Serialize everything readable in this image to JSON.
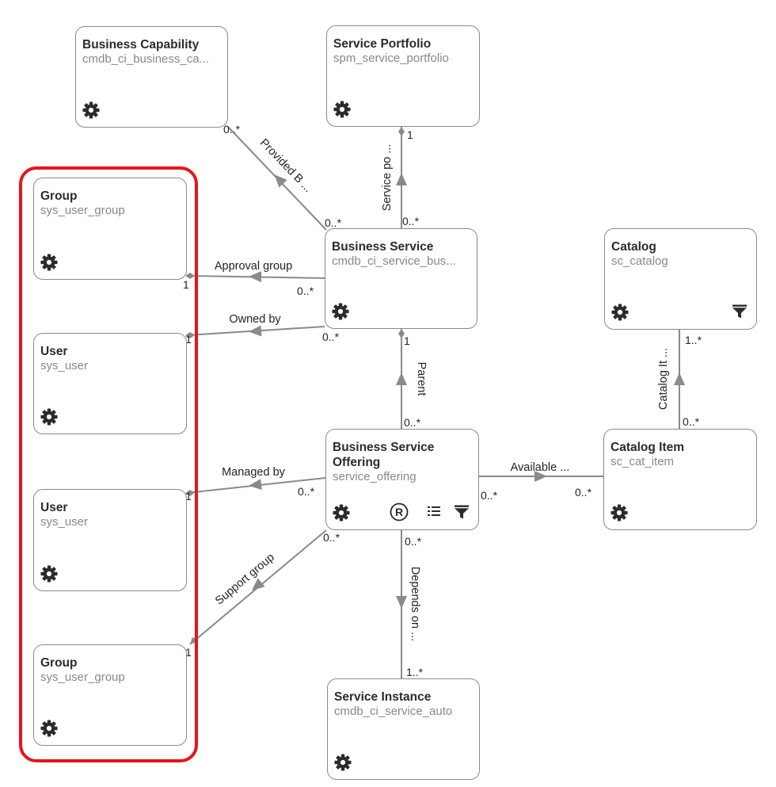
{
  "nodes": [
    {
      "id": "business-capability",
      "title": "Business Capability",
      "table": "cmdb_ci_business_ca...",
      "icons": [
        "gear"
      ]
    },
    {
      "id": "service-portfolio",
      "title": "Service Portfolio",
      "table": "spm_service_portfolio",
      "icons": [
        "gear"
      ]
    },
    {
      "id": "group-1",
      "title": "Group",
      "table": "sys_user_group",
      "icons": [
        "gear"
      ]
    },
    {
      "id": "business-service",
      "title": "Business Service",
      "table": "cmdb_ci_service_bus...",
      "icons": [
        "gear"
      ]
    },
    {
      "id": "catalog",
      "title": "Catalog",
      "table": "sc_catalog",
      "icons": [
        "gear",
        "filter-icon"
      ]
    },
    {
      "id": "user-1",
      "title": "User",
      "table": "sys_user",
      "icons": [
        "gear"
      ]
    },
    {
      "id": "business-service-offering",
      "title": "Business Service\nOffering",
      "table": "service_offering",
      "icons": [
        "gear",
        "registered-icon",
        "list-icon",
        "filter-icon"
      ]
    },
    {
      "id": "catalog-item",
      "title": "Catalog Item",
      "table": "sc_cat_item",
      "icons": [
        "gear"
      ]
    },
    {
      "id": "user-2",
      "title": "User",
      "table": "sys_user",
      "icons": [
        "gear"
      ]
    },
    {
      "id": "group-2",
      "title": "Group",
      "table": "sys_user_group",
      "icons": [
        "gear"
      ]
    },
    {
      "id": "service-instance",
      "title": "Service Instance",
      "table": "cmdb_ci_service_auto",
      "icons": [
        "gear"
      ]
    }
  ],
  "edges": [
    {
      "id": "provided-by",
      "label": "Provided B ...",
      "from": "business-service",
      "to": "business-capability",
      "from_mult": "0..*",
      "to_mult": "0..*"
    },
    {
      "id": "service-portfolio-rel",
      "label": "Service po ...",
      "from": "business-service",
      "to": "service-portfolio",
      "from_mult": "0..*",
      "to_mult": "1"
    },
    {
      "id": "approval-group",
      "label": "Approval group",
      "from": "business-service",
      "to": "group-1",
      "from_mult": "0..*",
      "to_mult": "1"
    },
    {
      "id": "owned-by",
      "label": "Owned by",
      "from": "business-service",
      "to": "user-1",
      "from_mult": "0..*",
      "to_mult": "1"
    },
    {
      "id": "parent",
      "label": "Parent",
      "from": "business-service-offering",
      "to": "business-service",
      "from_mult": "0..*",
      "to_mult": "1"
    },
    {
      "id": "catalog-it",
      "label": "Catalog It ...",
      "from": "catalog-item",
      "to": "catalog",
      "from_mult": "0..*",
      "to_mult": "1..*"
    },
    {
      "id": "managed-by",
      "label": "Managed by",
      "from": "business-service-offering",
      "to": "user-2",
      "from_mult": "0..*",
      "to_mult": "1"
    },
    {
      "id": "available",
      "label": "Available ...",
      "from": "business-service-offering",
      "to": "catalog-item",
      "from_mult": "0..*",
      "to_mult": "0..*"
    },
    {
      "id": "support-group",
      "label": "Support group",
      "from": "business-service-offering",
      "to": "group-2",
      "from_mult": "0..*",
      "to_mult": "1"
    },
    {
      "id": "depends-on",
      "label": "Depends on ...",
      "from": "business-service-offering",
      "to": "service-instance",
      "from_mult": "0..*",
      "to_mult": "1..*"
    }
  ],
  "colors": {
    "highlight": "#e8141c",
    "line": "#8a8a8a",
    "text": "#2b2b2b",
    "subtext": "#888888"
  }
}
